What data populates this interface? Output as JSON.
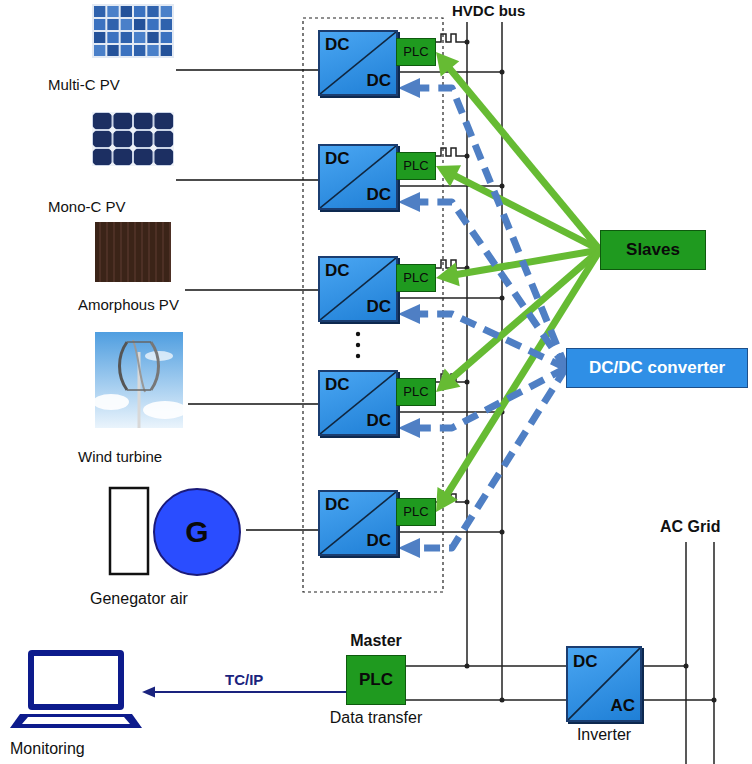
{
  "diagram": {
    "nodes": [
      {
        "text": [
          "Multi-C PV"
        ]
      },
      {
        "text": [
          "Mono-C PV"
        ]
      },
      {
        "text": [
          "Amorphous PV"
        ]
      },
      {
        "text": [
          "Wind turbine"
        ]
      },
      {
        "text": [
          "G",
          "Genegator air"
        ]
      },
      {
        "text": [
          "DC",
          "DC"
        ]
      },
      {
        "text": [
          "DC",
          "DC"
        ]
      },
      {
        "text": [
          "DC",
          "DC"
        ]
      },
      {
        "text": [
          "DC",
          "DC"
        ]
      },
      {
        "text": [
          "DC",
          "DC"
        ]
      },
      {
        "text": [
          "PLC"
        ]
      },
      {
        "text": [
          "PLC"
        ]
      },
      {
        "text": [
          "PLC"
        ]
      },
      {
        "text": [
          "PLC"
        ]
      },
      {
        "text": [
          "PLC"
        ]
      },
      {
        "text": [
          "Slaves"
        ]
      },
      {
        "text": [
          "DC/DC converter"
        ]
      },
      {
        "text": [
          "Master",
          "PLC",
          "Data transfer"
        ]
      },
      {
        "text": [
          "Monitoring"
        ]
      },
      {
        "text": [
          "DC",
          "AC",
          "Inverter"
        ]
      }
    ],
    "edges": [
      {
        "from": 0,
        "to": 5,
        "arrow": "none"
      },
      {
        "from": 1,
        "to": 6,
        "arrow": "none"
      },
      {
        "from": 2,
        "to": 7,
        "arrow": "none"
      },
      {
        "from": 3,
        "to": 8,
        "arrow": "none"
      },
      {
        "from": 4,
        "to": 9,
        "arrow": "none"
      },
      {
        "from": 15,
        "to": 10,
        "arrow": "to"
      },
      {
        "from": 15,
        "to": 11,
        "arrow": "to"
      },
      {
        "from": 15,
        "to": 12,
        "arrow": "to"
      },
      {
        "from": 15,
        "to": 13,
        "arrow": "to"
      },
      {
        "from": 15,
        "to": 14,
        "arrow": "to"
      },
      {
        "from": 16,
        "to": 5,
        "arrow": "to"
      },
      {
        "from": 16,
        "to": 6,
        "arrow": "to"
      },
      {
        "from": 16,
        "to": 7,
        "arrow": "to"
      },
      {
        "from": 16,
        "to": 8,
        "arrow": "to"
      },
      {
        "from": 16,
        "to": 9,
        "arrow": "to"
      },
      {
        "from": 17,
        "to": 18,
        "label": "TC/IP",
        "arrow": "to"
      }
    ],
    "labels": [
      "HVDC bus",
      "AC Grid"
    ]
  }
}
